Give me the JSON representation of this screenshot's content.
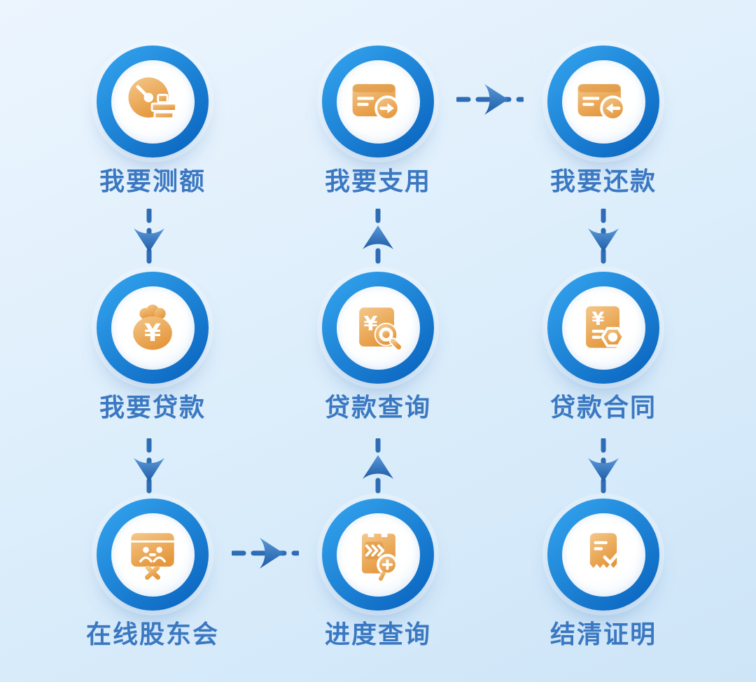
{
  "colors_note": "visual palette of the flow diagram",
  "colors": {
    "background_start": "#ecf5fe",
    "background_end": "#cde5f8",
    "ring_start": "#31a1ec",
    "ring_end": "#0b66c0",
    "icon_orange_start": "#f4c88b",
    "icon_orange_end": "#e5973c",
    "label_text": "#3b78c2",
    "arrow_dash": "#2e6db5"
  },
  "diagram": {
    "title": "",
    "currency_glyph": "¥",
    "nodes": [
      {
        "label": "我要测额",
        "icon": "quota-gauge-stamp-icon"
      },
      {
        "label": "我要支用",
        "icon": "card-arrow-right-icon"
      },
      {
        "label": "我要还款",
        "icon": "card-arrow-left-icon"
      },
      {
        "label": "我要贷款",
        "icon": "money-bag-yuan-icon"
      },
      {
        "label": "贷款查询",
        "icon": "document-yuan-magnifier-icon"
      },
      {
        "label": "贷款合同",
        "icon": "contract-yuan-seal-icon"
      },
      {
        "label": "在线股东会",
        "icon": "meeting-board-people-icon"
      },
      {
        "label": "进度查询",
        "icon": "progress-ticket-magnifier-icon"
      },
      {
        "label": "结清证明",
        "icon": "receipt-check-icon"
      }
    ],
    "flow_arrows": [
      {
        "from": "我要支用",
        "to": "我要还款",
        "direction": "right"
      },
      {
        "from": "我要测额",
        "to": "我要贷款",
        "direction": "down"
      },
      {
        "from": "贷款查询",
        "to": "我要支用",
        "direction": "up"
      },
      {
        "from": "我要还款",
        "to": "贷款合同",
        "direction": "down"
      },
      {
        "from": "我要贷款",
        "to": "在线股东会",
        "direction": "down"
      },
      {
        "from": "进度查询",
        "to": "贷款查询",
        "direction": "up"
      },
      {
        "from": "贷款合同",
        "to": "结清证明",
        "direction": "down"
      },
      {
        "from": "在线股东会",
        "to": "进度查询",
        "direction": "right"
      }
    ]
  }
}
